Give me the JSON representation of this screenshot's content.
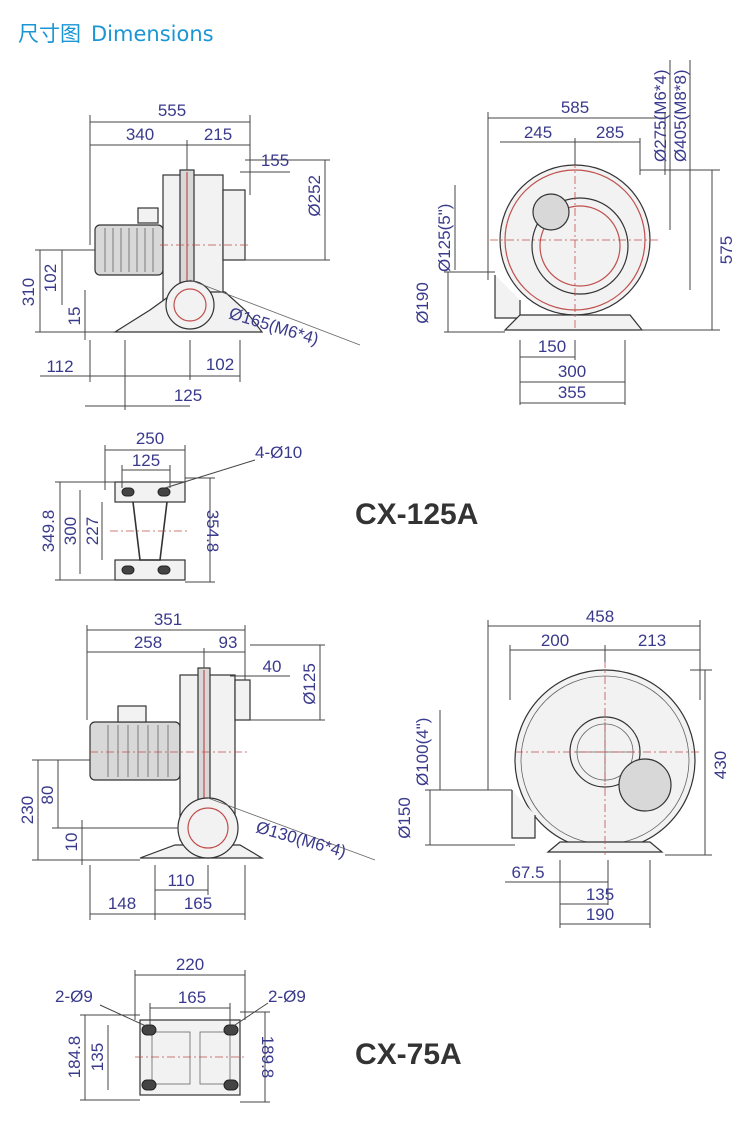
{
  "header": {
    "title_cn": "尺寸图",
    "title_en": "Dimensions"
  },
  "colors": {
    "header": "#1a96d4",
    "dimension_text": "#3a3a8c",
    "model_text": "#333333",
    "accent_red": "#c0504d"
  },
  "models": {
    "cx125": {
      "name": "CX-125A",
      "side": {
        "d555": "555",
        "d340": "340",
        "d215": "215",
        "d155": "155",
        "d252": "Ø252",
        "d310": "310",
        "d102a": "102",
        "d15": "15",
        "d112": "112",
        "d102b": "102",
        "d125": "125",
        "inlet": "Ø165(M6*4)"
      },
      "front": {
        "d585": "585",
        "d245": "245",
        "d285": "285",
        "d275": "Ø275(M6*4)",
        "d405": "Ø405(M8*8)",
        "d575": "575",
        "d125in": "Ø125(5\")",
        "d190": "Ø190",
        "d150": "150",
        "d300": "300",
        "d355": "355"
      },
      "base": {
        "d250": "250",
        "d125": "125",
        "holes": "4-Ø10",
        "d3498": "349.8",
        "d300": "300",
        "d227": "227",
        "d3548": "354.8"
      }
    },
    "cx75": {
      "name": "CX-75A",
      "side": {
        "d351": "351",
        "d258": "258",
        "d93": "93",
        "d40": "40",
        "d125": "Ø125",
        "d230": "230",
        "d80": "80",
        "d10": "10",
        "d110": "110",
        "d148": "148",
        "d165": "165",
        "inlet": "Ø130(M6*4)"
      },
      "front": {
        "d458": "458",
        "d200": "200",
        "d213": "213",
        "d100in": "Ø100(4\")",
        "d430": "430",
        "d150": "Ø150",
        "d675": "67.5",
        "d135": "135",
        "d190": "190"
      },
      "base": {
        "d220": "220",
        "d165": "165",
        "holesL": "2-Ø9",
        "holesR": "2-Ø9",
        "d1848": "184.8",
        "d135": "135",
        "d1898": "189.8"
      }
    }
  }
}
